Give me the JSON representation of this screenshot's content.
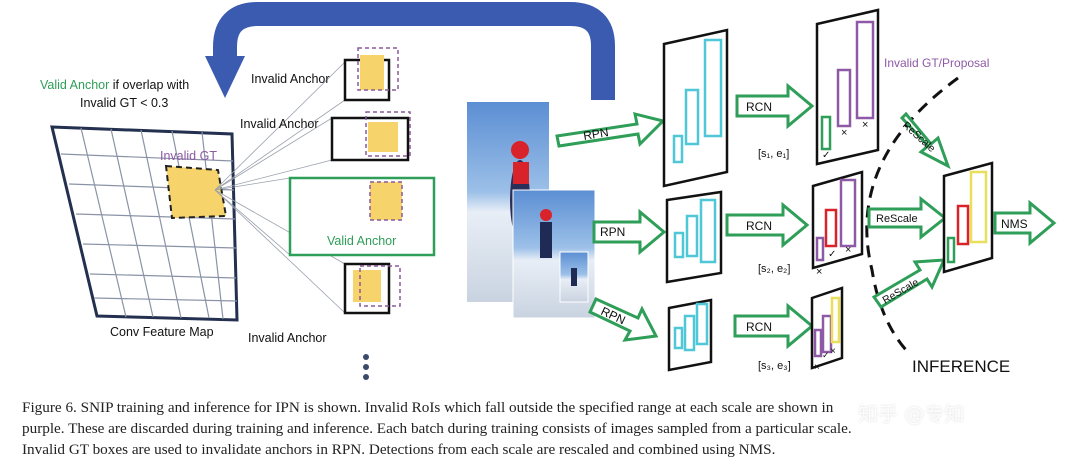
{
  "labels": {
    "valid_anchor_note_green": "Valid Anchor",
    "valid_anchor_note_rest": " if overlap with",
    "valid_anchor_note_line2": "Invalid GT < 0.3",
    "invalid_anchor": "Invalid Anchor",
    "valid_anchor": "Valid Anchor",
    "invalid_gt": "Invalid GT",
    "conv_feature_map": "Conv Feature Map",
    "rpn": "RPN",
    "rcn": "RCN",
    "rescale": "ReScale",
    "nms": "NMS",
    "invalid_gt_proposal": "Invalid GT/Proposal",
    "inference": "INFERENCE",
    "scale_1": "[s₁, e₁]",
    "scale_2": "[s₂, e₂]",
    "scale_3": "[s₃, e₃]",
    "check_mark": "✓",
    "x_mark": "×"
  },
  "caption": {
    "line1": "Figure 6. SNIP training and inference for IPN is shown.  Invalid RoIs which fall outside the specified range at each scale are shown in",
    "line2": "purple. These are discarded during training and inference. Each batch during training consists of images sampled from a particular scale.",
    "line3": "Invalid GT boxes are used to invalidate anchors in RPN. Detections from each scale are rescaled and combined using NMS."
  },
  "watermark": "知乎 @专知",
  "colors": {
    "blue_arrow": "#3a5bb0",
    "green": "#2e9e58",
    "cyan": "#4fc7d6",
    "purple": "#8e5aa6",
    "red": "#d8232a",
    "yellow_box": "#e9df5a",
    "anchor_fill": "#f6d36b",
    "grid_line": "#8a93a6",
    "dashed_purple": "#8a5a9a"
  }
}
